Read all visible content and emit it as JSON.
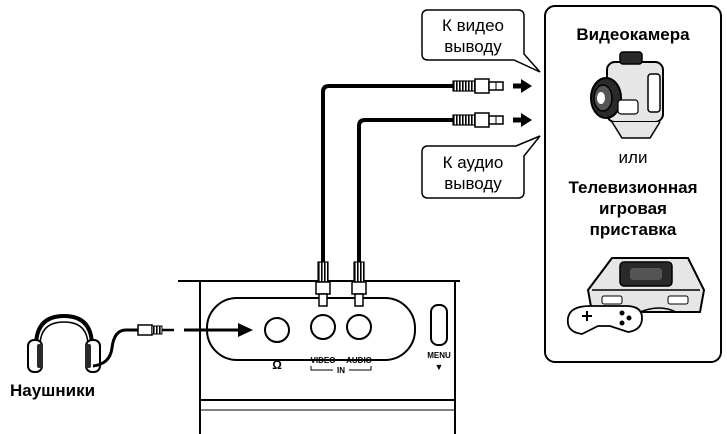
{
  "callouts": {
    "video_line1": "К видео",
    "video_line2": "выводу",
    "audio_line1": "К аудио",
    "audio_line2": "выводу"
  },
  "device_panel": {
    "camcorder_label": "Видеокамера",
    "or_label": "или",
    "console_line1": "Телевизионная",
    "console_line2": "игровая",
    "console_line3": "приставка"
  },
  "headphones": {
    "label": "Наушники"
  },
  "jack_panel": {
    "headphone_symbol": "Ω",
    "video_label": "VIDEO",
    "audio_label": "AUDIO",
    "in_label": "IN",
    "menu_label": "MENU",
    "menu_arrow": "▼"
  },
  "colors": {
    "line": "#000000",
    "background": "#ffffff",
    "device_fill": "#e6e6e6",
    "device_dark": "#2a2a2a"
  }
}
